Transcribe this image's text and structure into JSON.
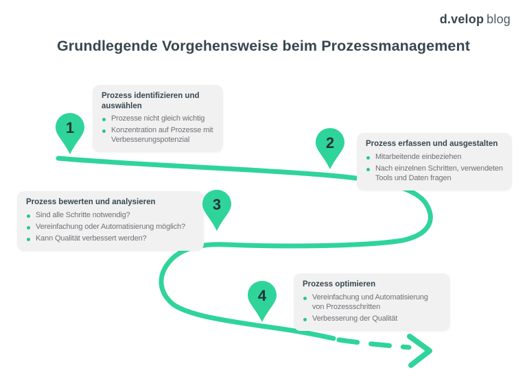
{
  "brand": {
    "name": "d.velop",
    "suffix": "blog"
  },
  "title": "Grundlegende Vorgehensweise beim Prozessmanagement",
  "colors": {
    "green": "#2fd49a",
    "greendark": "#29c398",
    "ink": "#37474f",
    "gray": "#6f7072",
    "cardbg": "#f1f1f2",
    "pinnum": "#263238",
    "logo": "#3a454e"
  },
  "steps": [
    {
      "number": "1",
      "title": "Prozess identifizieren und auswählen",
      "bullets": [
        "Prozesse nicht gleich wichtig",
        "Konzentration auf Prozesse mit Verbesserungspotenzial"
      ]
    },
    {
      "number": "2",
      "title": "Prozess erfassen und ausgestalten",
      "bullets": [
        "Mitarbeitende einbeziehen",
        "Nach einzelnen Schritten, verwendeten Tools und Daten fragen"
      ]
    },
    {
      "number": "3",
      "title": "Prozess bewerten und analysieren",
      "bullets": [
        "Sind alle Schritte notwendig?",
        "Vereinfachung oder Automatisierung möglich?",
        "Kann Qualität verbessert werden?"
      ]
    },
    {
      "number": "4",
      "title": "Prozess optimieren",
      "bullets": [
        "Vereinfachung und Automatisierung von Prozessschritten",
        "Verbesserung der Qualität"
      ]
    }
  ]
}
